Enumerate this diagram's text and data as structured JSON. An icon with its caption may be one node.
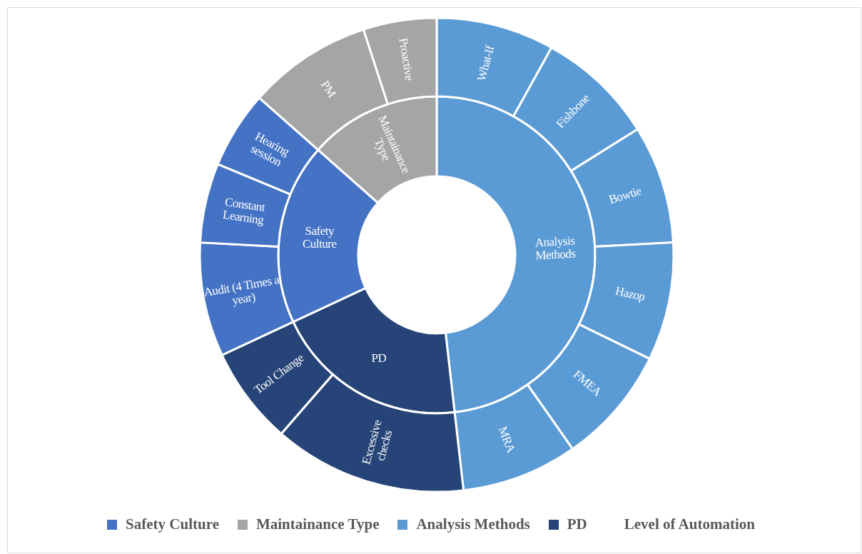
{
  "diagram": {
    "nodes": [
      {
        "text": [
          "Analysis Methods"
        ]
      },
      {
        "text": [
          "What-If"
        ]
      },
      {
        "text": [
          "Fishbone"
        ]
      },
      {
        "text": [
          "Bowtie"
        ]
      },
      {
        "text": [
          "Hazop"
        ]
      },
      {
        "text": [
          "FMEA"
        ]
      },
      {
        "text": [
          "MRA"
        ]
      },
      {
        "text": [
          "PD"
        ]
      },
      {
        "text": [
          "Excessive checks"
        ]
      },
      {
        "text": [
          "Tool Change"
        ]
      },
      {
        "text": [
          "Safety Culture"
        ]
      },
      {
        "text": [
          "Audit (4 Times a year)"
        ]
      },
      {
        "text": [
          "Constant Learning"
        ]
      },
      {
        "text": [
          "Hearing session"
        ]
      },
      {
        "text": [
          "Maintainance Type"
        ]
      },
      {
        "text": [
          "PM"
        ]
      },
      {
        "text": [
          "Proactive"
        ]
      }
    ],
    "edges": [],
    "legend": [
      {
        "text": "Safety Culture",
        "color": "#4472c4"
      },
      {
        "text": "Maintainance Type",
        "color": "#a5a5a5"
      },
      {
        "text": "Analysis Methods",
        "color": "#5b9bd5"
      },
      {
        "text": "PD",
        "color": "#264478"
      },
      {
        "text": "Level of Automation"
      }
    ]
  }
}
